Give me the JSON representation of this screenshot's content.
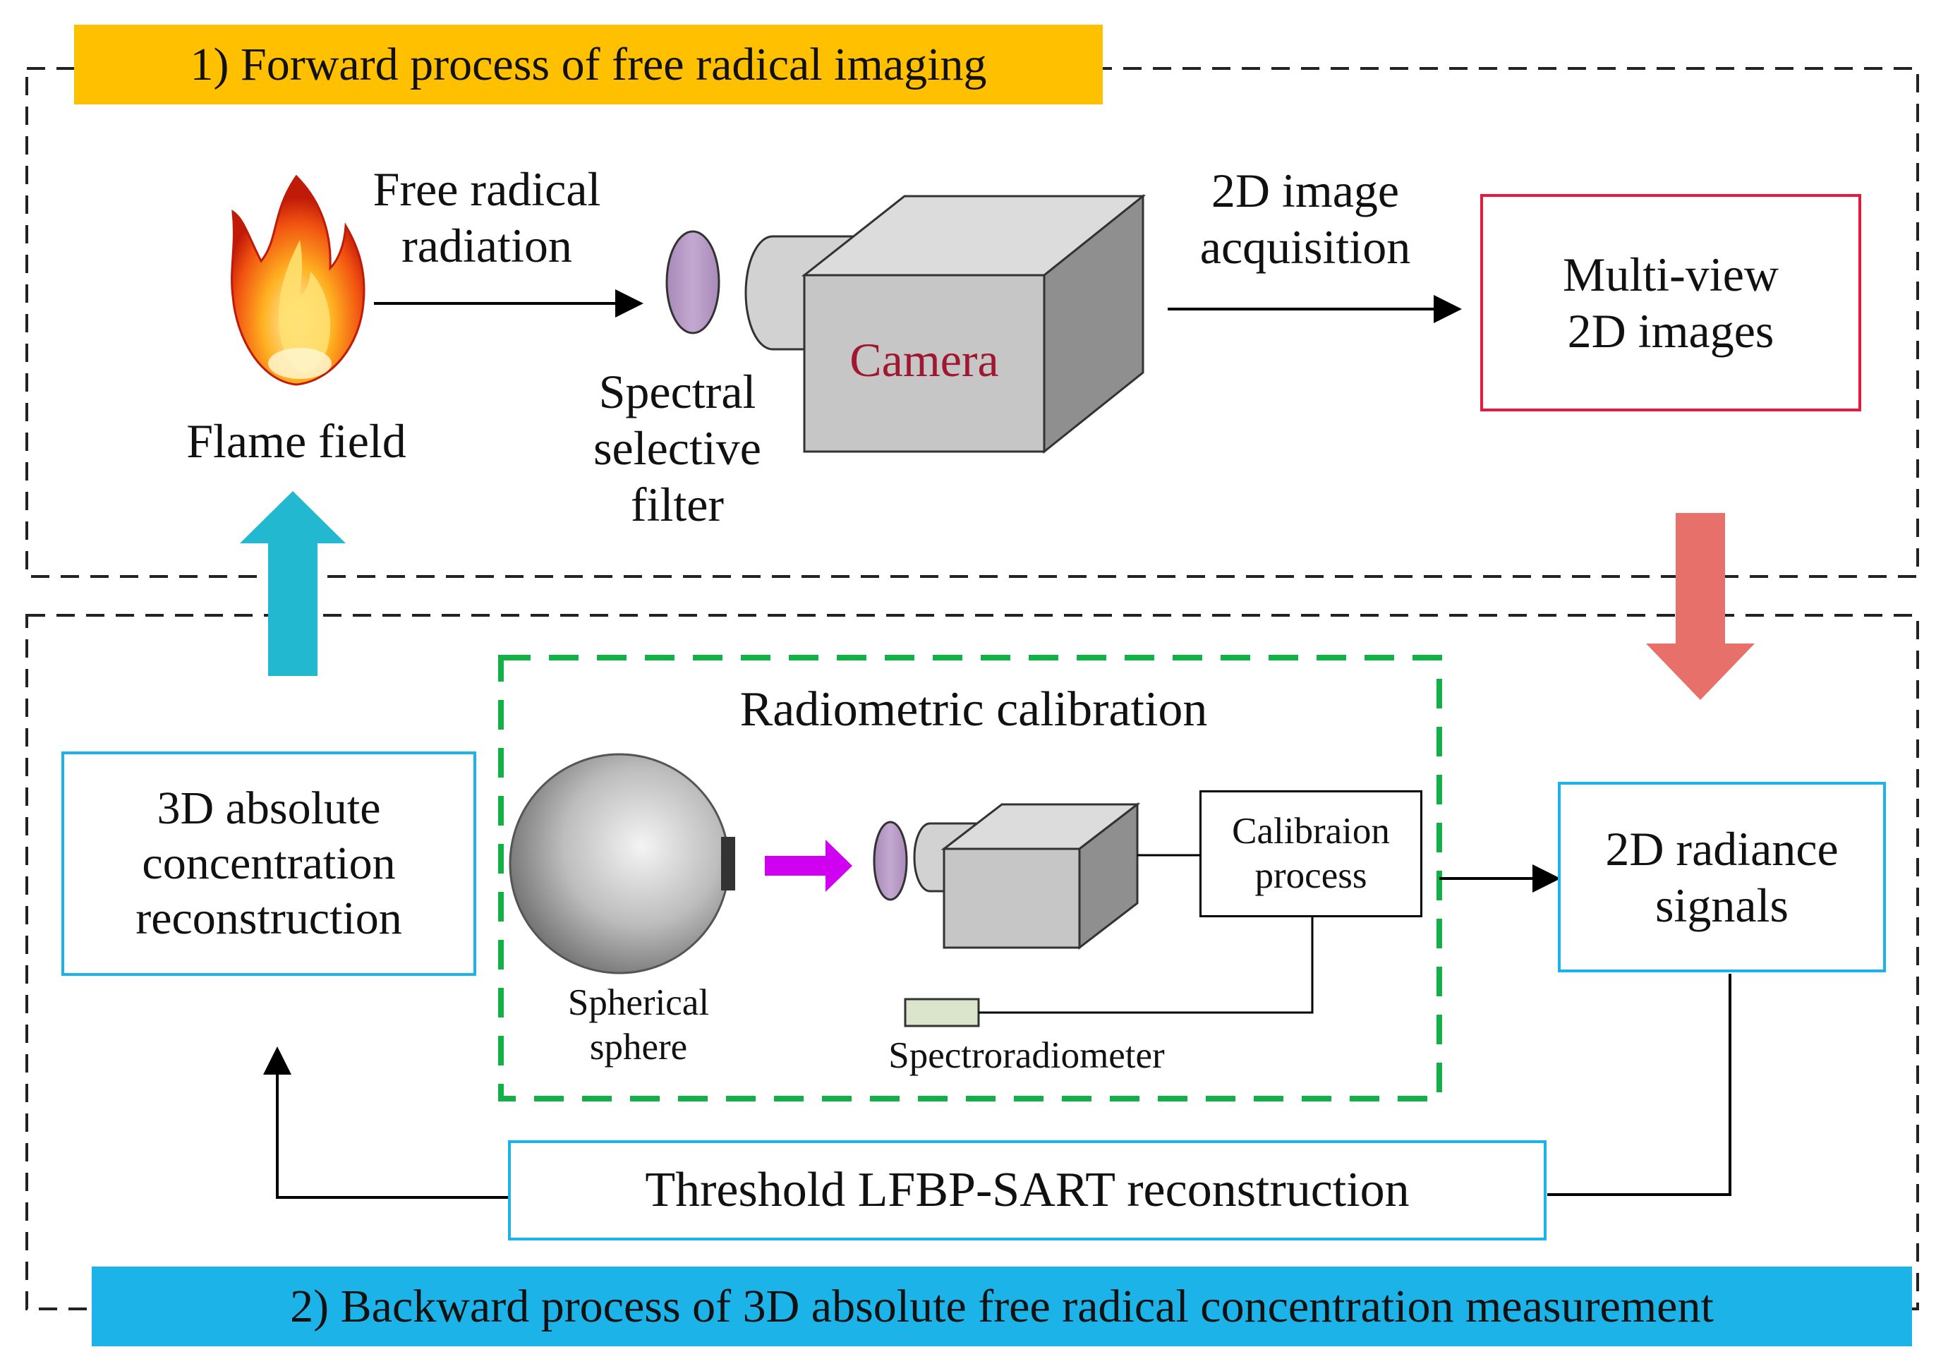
{
  "forward": {
    "title": "1) Forward process of free radical imaging",
    "title_bg": "#FFC000"
  },
  "backward": {
    "title": "2) Backward process of 3D absolute free radical concentration measurement",
    "title_bg": "#1CB4E8"
  },
  "labels": {
    "free_radical_radiation": "Free radical\nradiation",
    "flame_field": "Flame field",
    "spectral_filter": "Spectral\nselective\nfilter",
    "camera": "Camera",
    "image_acquisition": "2D image\nacquisition",
    "multi_view": "Multi-view\n2D images",
    "radiometric_calibration": "Radiometric calibration",
    "calibration_process": "Calibraion\nprocess",
    "spherical_sphere": "Spherical\nsphere",
    "spectroradiometer": "Spectroradiometer",
    "radiance_signals": "2D radiance\nsignals",
    "absolute_concentration": "3D absolute\nconcentration\nreconstruction",
    "threshold_reconstruction": "Threshold LFBP-SART reconstruction"
  },
  "colors": {
    "camera_text": "#A01830",
    "multi_view_border": "#E8193C",
    "blue_border": "#1CB4E8",
    "green_dash": "#12B046",
    "up_arrow": "#22B8D0",
    "down_arrow": "#E8706A",
    "purple_arrow": "#D000F0",
    "filter_fill": "#B79CC6"
  },
  "icons": {
    "flame": "flame-icon",
    "sphere": "integrating-sphere-icon",
    "camera": "camera-icon",
    "filter": "filter-icon"
  }
}
